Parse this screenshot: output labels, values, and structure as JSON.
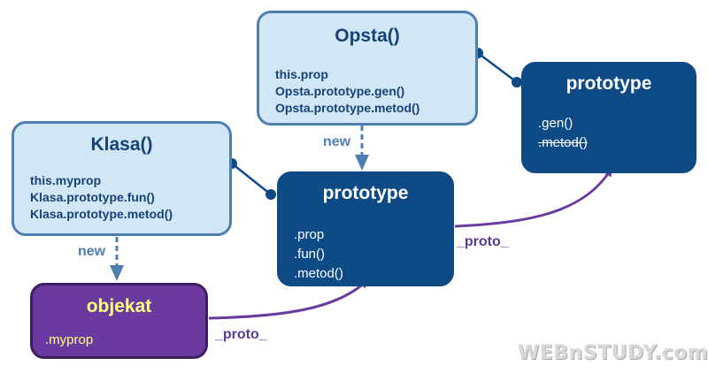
{
  "klasa": {
    "title": "Klasa()",
    "lines": [
      "this.myprop",
      "Klasa.prototype.fun()",
      "Klasa.prototype.metod()"
    ]
  },
  "opsta": {
    "title": "Opsta()",
    "lines": [
      "this.prop",
      "Opsta.prototype.gen()",
      "Opsta.prototype.metod()"
    ]
  },
  "proto_mid": {
    "title": "prototype",
    "lines": [
      ".prop",
      ".fun()",
      ".metod()"
    ]
  },
  "proto_right": {
    "title": "prototype",
    "lines": [
      ".gen()",
      ".metod()"
    ]
  },
  "objekat": {
    "title": "objekat",
    "lines": [
      ".myprop"
    ]
  },
  "labels": {
    "new_left": "new",
    "new_top": "new",
    "proto_bottom": "_proto_",
    "proto_mid": "_proto_"
  },
  "watermark": "WEBnSTUDY.com",
  "colors": {
    "light_fill": "#d2e7f6",
    "light_border": "#4f7fb0",
    "dark_fill": "#0e4b86",
    "purple_fill": "#6a3aa0",
    "purple_text": "#ffff80",
    "arrow_purple": "#6a3aa0",
    "arrow_blue": "#4f7fb0"
  }
}
